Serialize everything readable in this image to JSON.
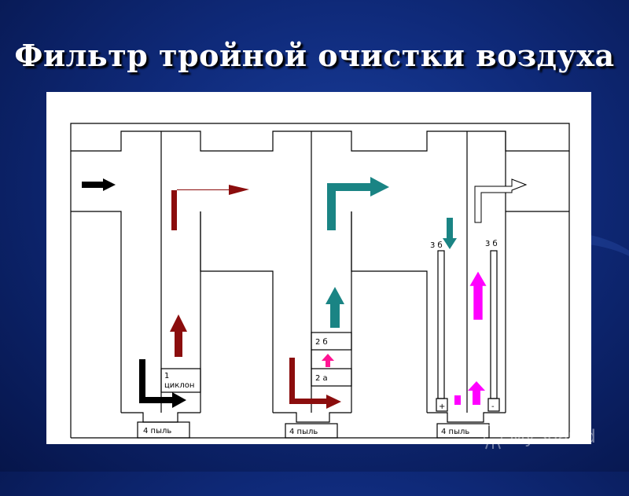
{
  "slide": {
    "title": "Фильтр тройной очистки воздуха"
  },
  "labels": {
    "cyclon_line1": "1",
    "cyclon_line2": "циклон",
    "stage_2b": "2 б",
    "stage_2a": "2 а",
    "stage_3b_left": "3 б",
    "stage_3b_right": "3 б",
    "electrode_plus": "+",
    "electrode_minus": "-",
    "dust_1": "4 пыль",
    "dust_2": "4 пыль",
    "dust_3": "4 пыль"
  },
  "watermark": {
    "text": "MyShared"
  },
  "colors": {
    "black_arrow": "#000000",
    "stage1": "#8b0d0d",
    "stage2": "#1a8484",
    "stage2_small": "#ff1493",
    "stage3_down": "#1a8484",
    "stage3_up": "#ff00ff",
    "outlet": "#ffffff"
  }
}
